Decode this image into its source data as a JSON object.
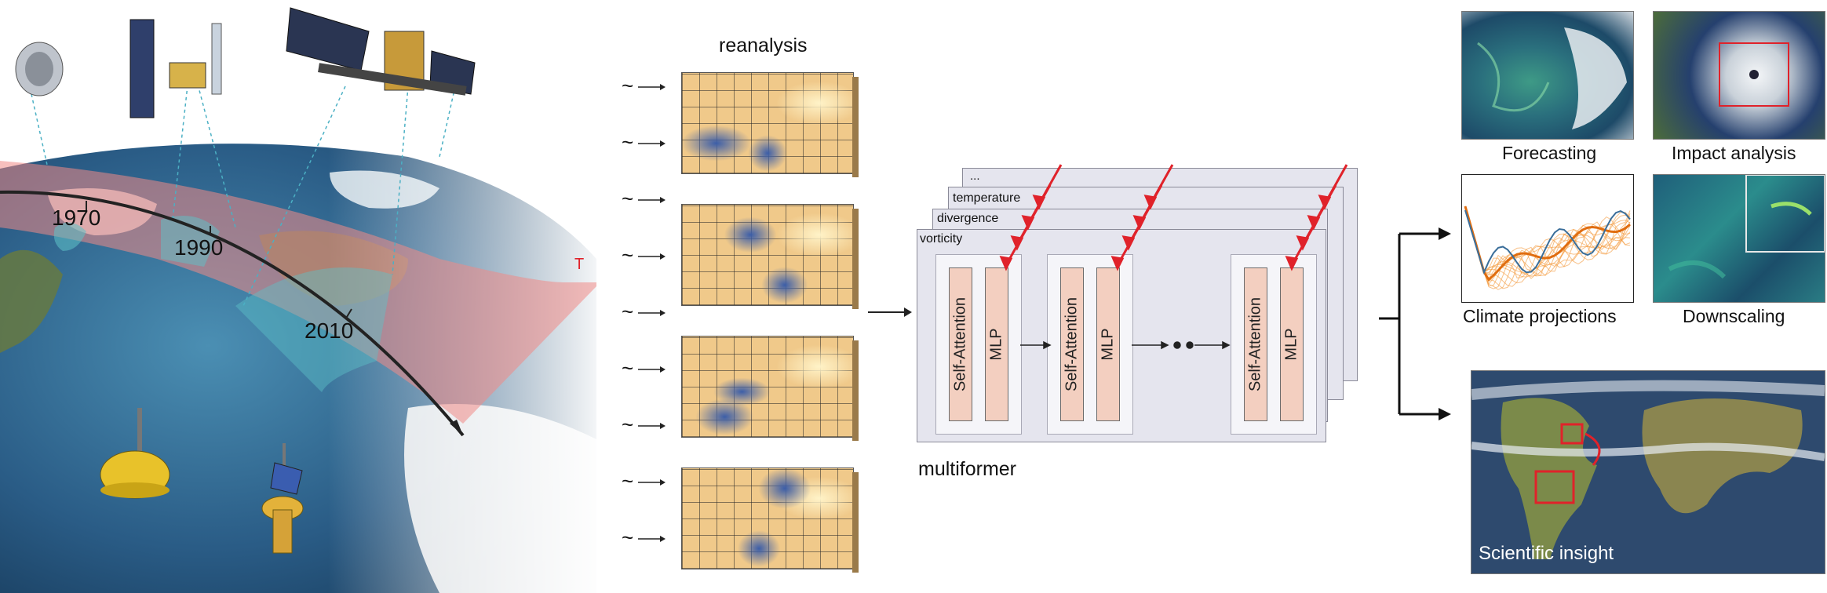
{
  "observation": {
    "years": [
      "1970",
      "1990",
      "2010"
    ],
    "time_axis_label": "T"
  },
  "reanalysis": {
    "title": "reanalysis",
    "field_count": 4,
    "tilde_symbol": "~"
  },
  "multiformer": {
    "caption": "multiformer",
    "layer_names": [
      "...",
      "temperature",
      "divergence",
      "vorticity"
    ],
    "attention_label": "Self-Attention",
    "mlp_label": "MLP",
    "block_count": 3
  },
  "applications": {
    "forecasting": "Forecasting",
    "impact_analysis": "Impact analysis",
    "climate_projections": "Climate projections",
    "downscaling": "Downscaling",
    "scientific_insight": "Scientific insight"
  },
  "colors": {
    "field_base": "#f0c98a",
    "field_blue": "#3c5ea8",
    "layer_fill": "#e5e5ee",
    "bar_fill": "#f3cfc0",
    "arrow_red": "#e0222a",
    "time_band": "#f18a86",
    "obs_band": "#5ec2c8",
    "ocean": "#2a5c86"
  },
  "icons": [
    "satellite-icon",
    "buoy-icon",
    "globe-icon"
  ]
}
